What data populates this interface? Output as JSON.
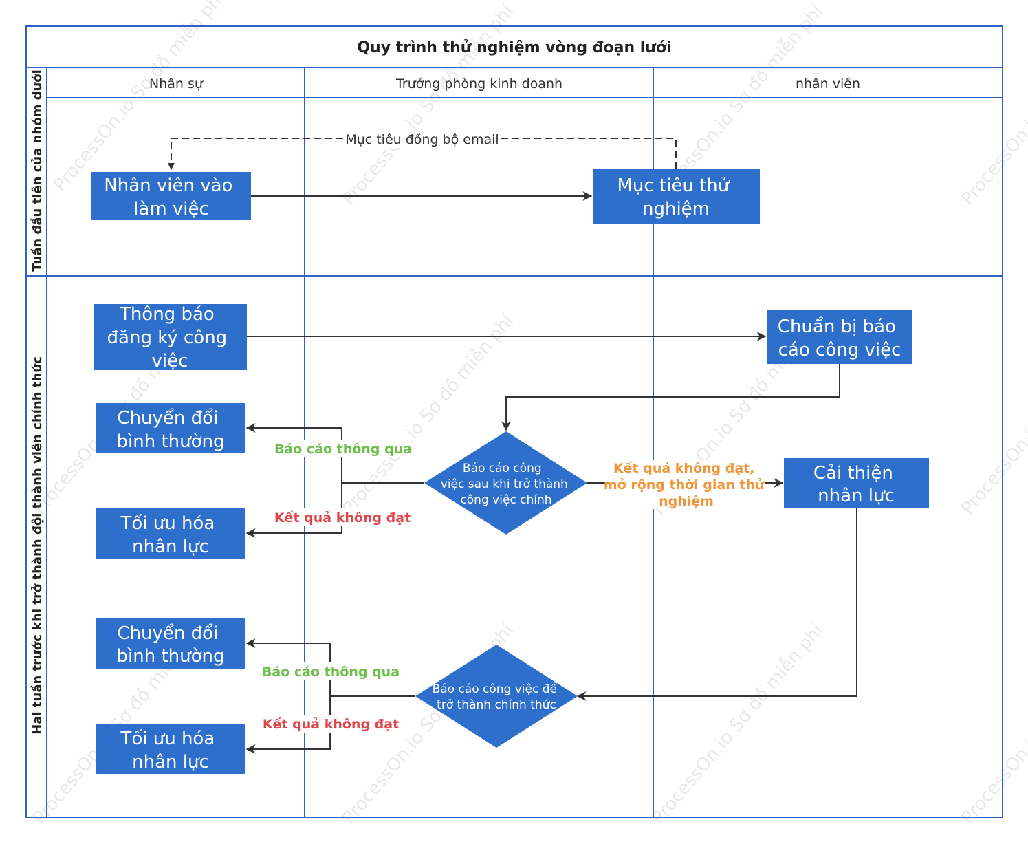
{
  "title": "Quy trình thử nghiệm vòng đoạn lưới",
  "columns": [
    "Nhân sự",
    "Trưởng phòng kinh doanh",
    "nhân viên"
  ],
  "rows": [
    "Tuần đầu tiên của nhóm dưới",
    "Hai tuần trước khi trở thành đội thành viên chính thức"
  ],
  "nodes": {
    "join": [
      "Nhân viên vào",
      "làm việc"
    ],
    "goal": [
      "Mục tiêu thử",
      "nghiệm"
    ],
    "notify": [
      "Thông báo",
      "đăng ký công",
      "việc"
    ],
    "prepare": [
      "Chuẩn bị báo",
      "cáo công việc"
    ],
    "normal1": [
      "Chuyển đổi",
      "bình thường"
    ],
    "optimize1": [
      "Tối ưu hóa",
      "nhân lực"
    ],
    "decision1": [
      "Báo cáo công",
      "việc sau khi trở thành",
      "công việc chính"
    ],
    "improve": [
      "Cải thiện",
      "nhân lực"
    ],
    "normal2": [
      "Chuyển đổi",
      "bình thường"
    ],
    "optimize2": [
      "Tối ưu hóa",
      "nhân lực"
    ],
    "decision2": [
      "Báo cáo công việc để",
      "trở thành chính thức"
    ]
  },
  "edge_labels": {
    "sync": "Mục tiêu đồng bộ email",
    "pass1": "Báo cáo thông qua",
    "fail1": "Kết quả không đạt",
    "extend": [
      "Kết quả không đạt,",
      "mở rộng thời gian thử",
      "nghiệm"
    ],
    "pass2": "Báo cáo thông qua",
    "fail2": "Kết quả không đạt"
  },
  "watermark": [
    "ProcessOn.io Sơ đồ miễn phí"
  ],
  "colors": {
    "node": "#2f6fcc",
    "grid": "#2e63c4",
    "pass": "#6cc04a",
    "fail": "#e0474c",
    "extend": "#f0953a"
  }
}
